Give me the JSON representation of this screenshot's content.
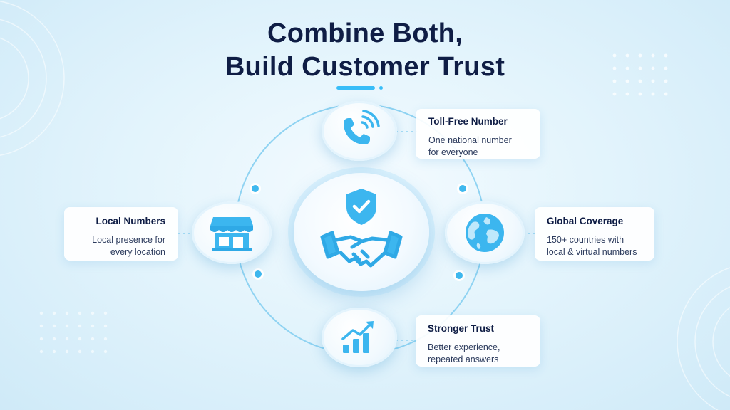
{
  "title": {
    "line1": "Combine Both,",
    "line2": "Build Customer Trust"
  },
  "colors": {
    "accent": "#38bdf8",
    "title": "#0f1d45",
    "text": "#2b3a5c",
    "connector": "#8fd3f2"
  },
  "center": {
    "icons": [
      "shield-check-icon",
      "handshake-icon"
    ]
  },
  "nodes": {
    "toll_free": {
      "icon": "phone-icon",
      "heading": "Toll-Free Number",
      "desc_line1": "One national number",
      "desc_line2": "for everyone"
    },
    "local": {
      "icon": "storefront-icon",
      "heading": "Local Numbers",
      "desc_line1": "Local presence for",
      "desc_line2": "every location"
    },
    "global": {
      "icon": "globe-icon",
      "heading": "Global Coverage",
      "desc_line1": "150+ countries with",
      "desc_line2": "local & virtual numbers"
    },
    "trust": {
      "icon": "growth-chart-icon",
      "heading": "Stronger Trust",
      "desc_line1": "Better experience,",
      "desc_line2": "repeated answers"
    }
  }
}
